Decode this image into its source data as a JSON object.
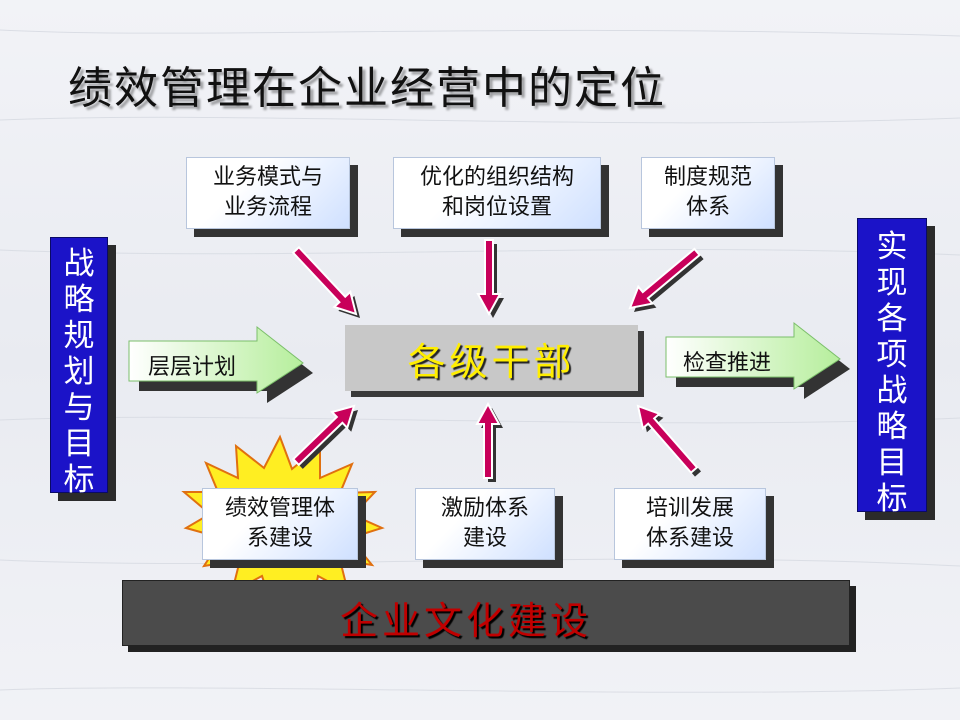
{
  "title": "绩效管理在企业经营中的定位",
  "top_boxes": [
    "业务模式与\n业务流程",
    "优化的组织结构\n和岗位设置",
    "制度规范\n体系"
  ],
  "left_vertical": "战略规划与目标",
  "right_vertical": "实现各项战略目标",
  "left_arrow_label": "层层计划",
  "right_arrow_label": "检查推进",
  "center": "各级干部",
  "bottom_boxes": [
    "绩效管理体\n系建设",
    "激励体系\n建设",
    "培训发展\n体系建设"
  ],
  "foundation": "企业文化建设",
  "colors": {
    "vertical_bar": "#1b13c8",
    "center_text": "#ffee00",
    "foundation_text": "#c00000",
    "pointer_arrow": "#c8005a",
    "starburst": "#ffee22",
    "flow_arrow": "#c4f2b4"
  }
}
